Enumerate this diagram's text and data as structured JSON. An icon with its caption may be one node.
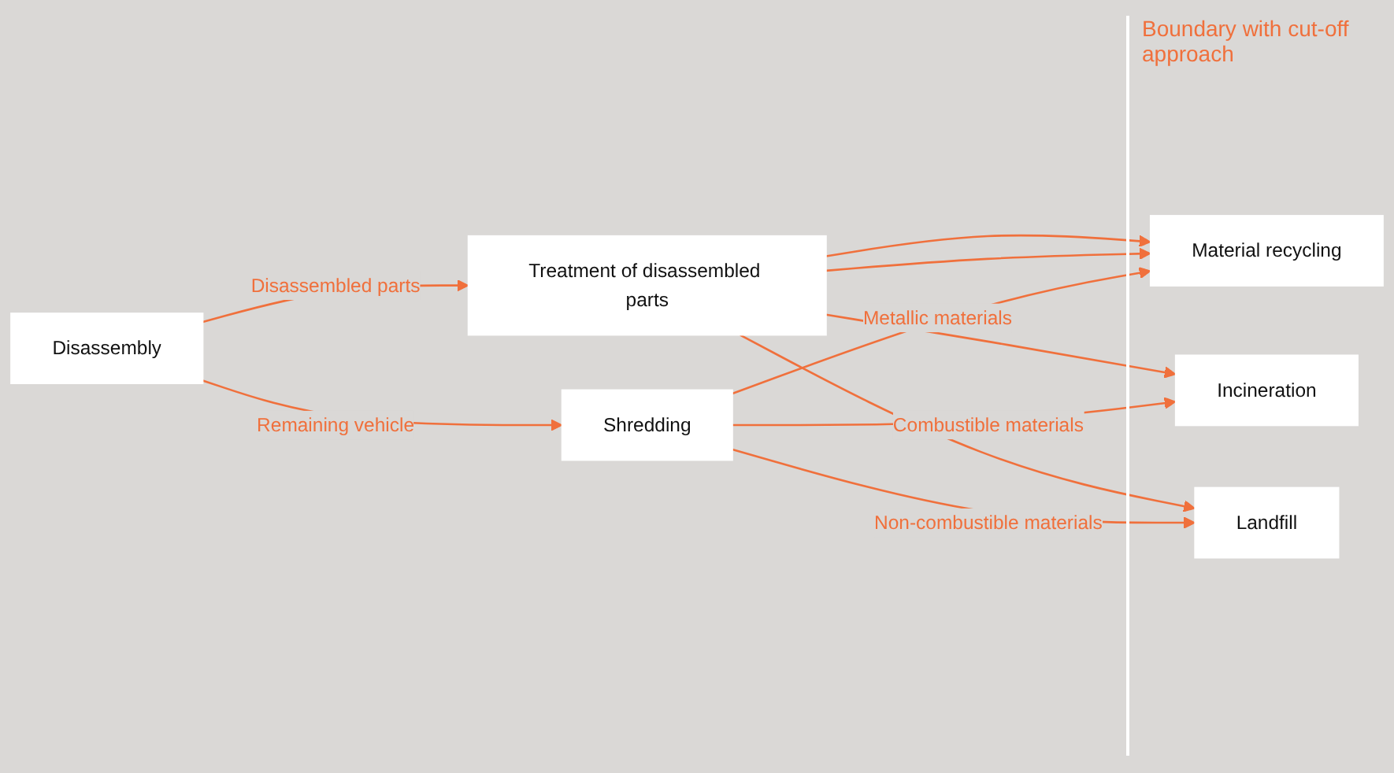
{
  "diagram": {
    "nodes": [
      {
        "text": [
          "Disassembly"
        ]
      },
      {
        "text": [
          "Treatment of disassembled parts"
        ]
      },
      {
        "text": [
          "Shredding"
        ]
      },
      {
        "text": [
          "Material recycling"
        ]
      },
      {
        "text": [
          "Incineration"
        ]
      },
      {
        "text": [
          "Landfill"
        ]
      }
    ],
    "edges": [
      {
        "from": 0,
        "to": 1,
        "arrow": "to",
        "label": "Disassembled parts"
      },
      {
        "from": 0,
        "to": 2,
        "arrow": "to",
        "label": "Remaining vehicle"
      },
      {
        "from": 1,
        "to": 3,
        "arrow": "to"
      },
      {
        "from": 1,
        "to": 3,
        "arrow": "to"
      },
      {
        "from": 2,
        "to": 3,
        "arrow": "to",
        "label": "Metallic materials"
      },
      {
        "from": 1,
        "to": 4,
        "arrow": "to"
      },
      {
        "from": 2,
        "to": 4,
        "arrow": "to",
        "label": "Combustible materials"
      },
      {
        "from": 1,
        "to": 5,
        "arrow": "to"
      },
      {
        "from": 2,
        "to": 5,
        "arrow": "to",
        "label": "Non-combustible materials"
      }
    ],
    "labels": [
      "Boundary with cut-off approach"
    ]
  }
}
